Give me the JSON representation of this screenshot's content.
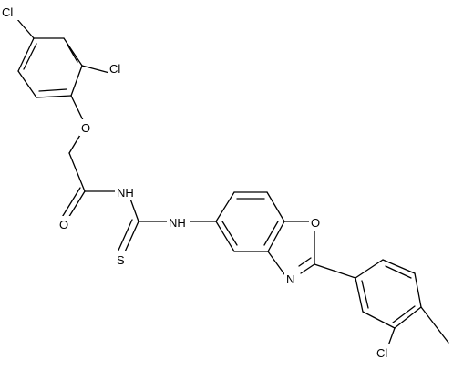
{
  "labels": {
    "cl_a": "Cl",
    "cl_b": "Cl",
    "o_ether": "O",
    "o_carbonyl": "O",
    "nh_amide": "NH",
    "s_thio": "S",
    "nh_aryl": "NH",
    "o_ring": "O",
    "n_ring": "N",
    "cl_c": "Cl"
  }
}
